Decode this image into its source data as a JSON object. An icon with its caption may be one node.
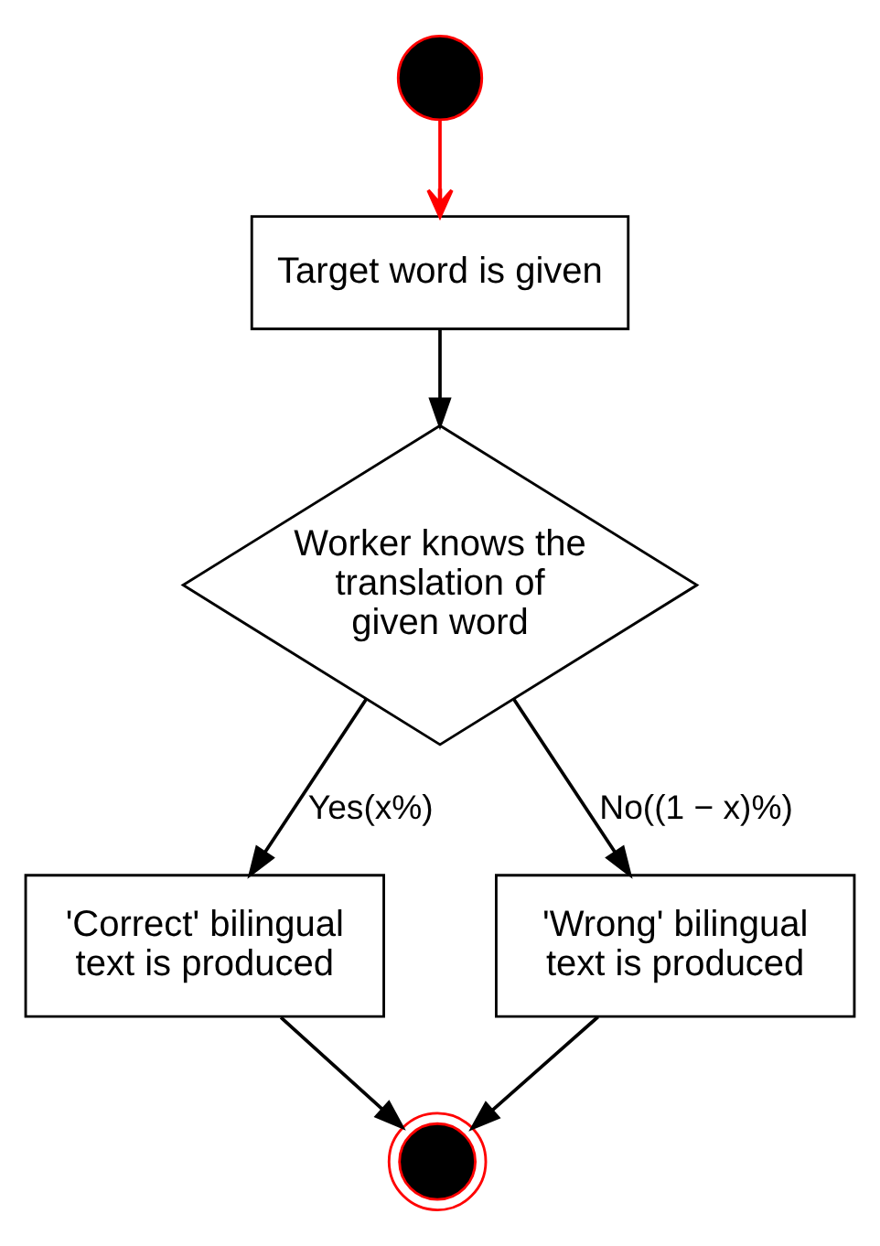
{
  "diagram": {
    "nodes": [
      {
        "text": [],
        "shape": "circle"
      },
      {
        "text": [
          "Target word is given"
        ]
      },
      {
        "text": [
          "Worker knows the translation of given word"
        ]
      },
      {
        "text": [
          "'Correct' bilingual text is produced"
        ]
      },
      {
        "text": [
          "'Wrong' bilingual text is produced"
        ]
      },
      {
        "text": [],
        "shape": "circle"
      }
    ],
    "edges": [
      {
        "from": 0,
        "to": 1,
        "arrow": "to",
        "color": "#ff0000"
      },
      {
        "from": 1,
        "to": 2,
        "arrow": "to"
      },
      {
        "from": 2,
        "to": 3,
        "arrow": "to",
        "label": "Yes(x%)"
      },
      {
        "from": 2,
        "to": 4,
        "arrow": "to",
        "label": "No((1 − x)%)"
      },
      {
        "from": 3,
        "to": 5,
        "arrow": "to"
      },
      {
        "from": 4,
        "to": 5,
        "arrow": "to"
      }
    ]
  }
}
